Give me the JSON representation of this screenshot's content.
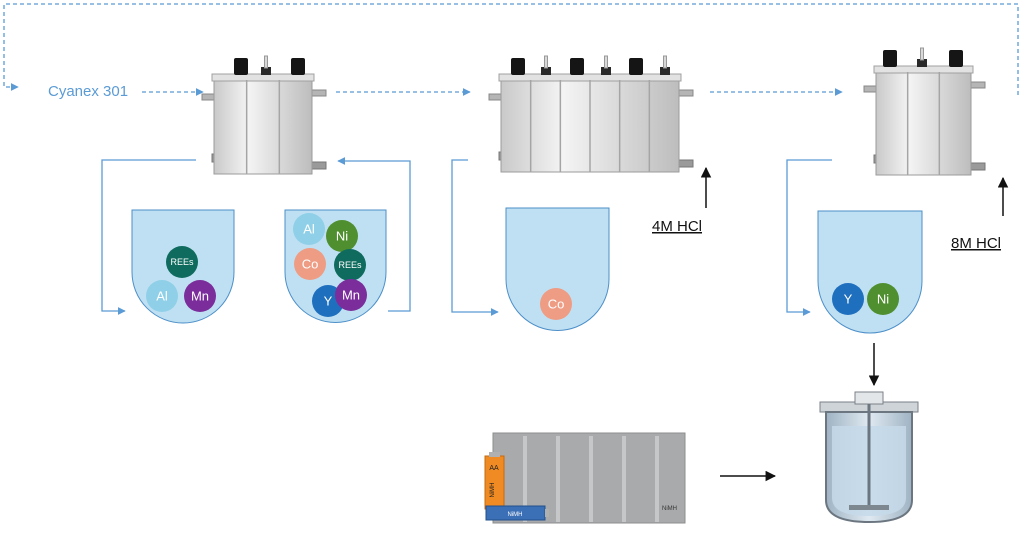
{
  "feed": {
    "label": "Cyanex 301"
  },
  "strippants": {
    "first": "4M HCl",
    "second": "8M HCl"
  },
  "vessels": [
    {
      "id": "raffinate",
      "ions": [
        "REEs",
        "Al",
        "Mn"
      ]
    },
    {
      "id": "leach",
      "ions": [
        "Al",
        "Ni",
        "Co",
        "REEs",
        "Y",
        "Mn"
      ]
    },
    {
      "id": "cobalt",
      "ions": [
        "Co"
      ]
    },
    {
      "id": "yttrium-nickel",
      "ions": [
        "Y",
        "Ni"
      ]
    }
  ],
  "battery": {
    "cell_label": "AA",
    "cell_type": "NiMH",
    "pack_type": "NiMH",
    "cell_sublabel": "NiMH"
  },
  "colors": {
    "flow_line": "#5b9bd5",
    "vessel_fill": "#bfe0f2",
    "vessel_stroke": "#4c8fc9",
    "REEs": "#0f6b5e",
    "Al": "#8fd0e8",
    "Mn": "#7b2d9b",
    "Ni": "#4f8f2f",
    "Co": "#ef9c84",
    "Y": "#1f6fbf"
  }
}
